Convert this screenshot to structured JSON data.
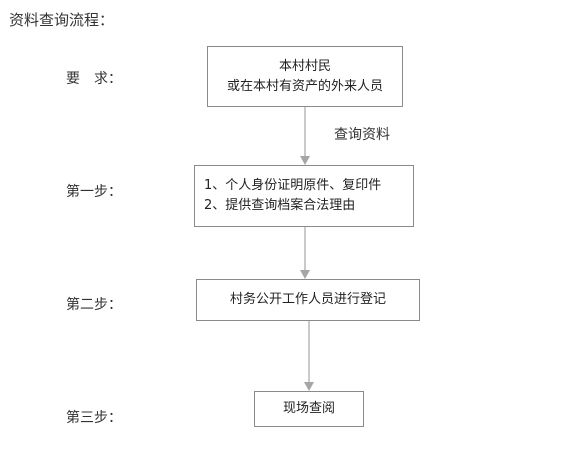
{
  "title": "资料查询流程：",
  "steps": [
    {
      "label": "要　求：",
      "lines": [
        "本村村民",
        "或在本村有资产的外来人员"
      ]
    },
    {
      "label": "第一步：",
      "lines": [
        "1、个人身份证明原件、复印件",
        "2、提供查询档案合法理由"
      ]
    },
    {
      "label": "第二步：",
      "lines": [
        "村务公开工作人员进行登记"
      ]
    },
    {
      "label": "第三步：",
      "lines": [
        "现场查阅"
      ]
    }
  ],
  "arrow_label": "查询资料",
  "colors": {
    "border": "#8a8a8a",
    "arrow": "#a6a6a6",
    "text": "#333333"
  }
}
